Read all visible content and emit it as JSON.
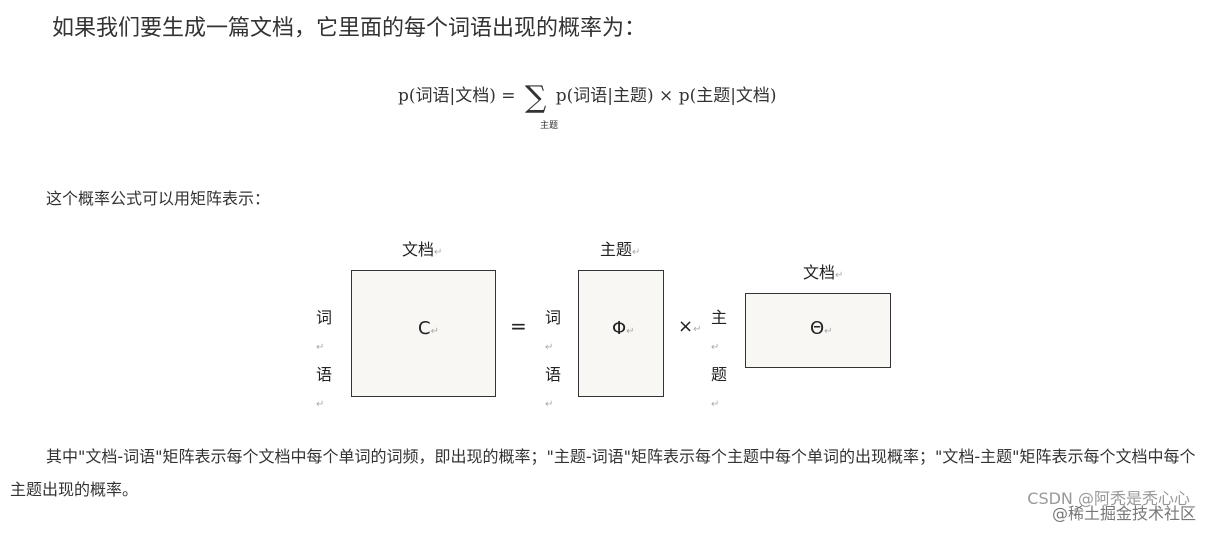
{
  "heading": "如果我们要生成一篇文档，它里面的每个词语出现的概率为：",
  "formula": {
    "lhs": "p(词语|文档) =",
    "sum": "∑",
    "subscript": "主题",
    "rhs": "p(词语|主题) × p(主题|文档)"
  },
  "intro": "这个概率公式可以用矩阵表示：",
  "diagram": {
    "matrix_c": {
      "top_label": "文档",
      "row_label_1": "词",
      "row_label_2": "语",
      "symbol": "C"
    },
    "equals": "=",
    "matrix_phi": {
      "top_label": "主题",
      "row_label_1": "词",
      "row_label_2": "语",
      "symbol": "Φ"
    },
    "times": "×",
    "matrix_theta": {
      "top_label": "文档",
      "row_label_1": "主",
      "row_label_2": "题",
      "symbol": "Θ"
    },
    "return_mark": "↵"
  },
  "paragraph": "其中\"文档-词语\"矩阵表示每个文档中每个单词的词频，即出现的概率；\"主题-词语\"矩阵表示每个主题中每个单词的出现概率；\"文档-主题\"矩阵表示每个文档中每个主题出现的概率。",
  "watermark": {
    "line1": "CSDN @阿秃是秃心心",
    "line2": "@稀土掘金技术社区"
  }
}
